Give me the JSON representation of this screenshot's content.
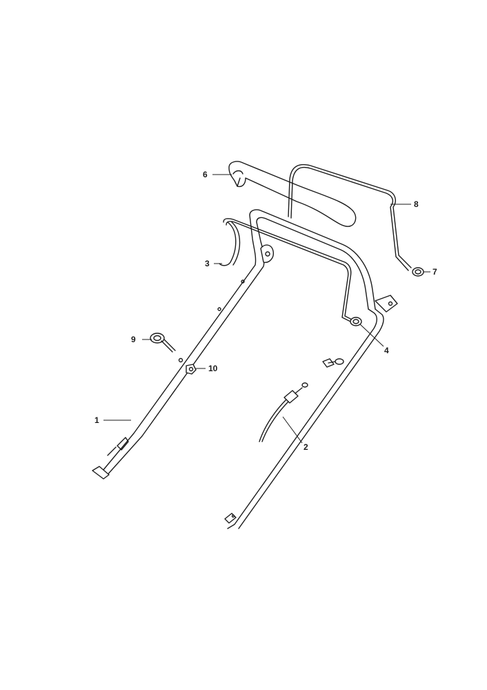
{
  "callouts": {
    "c1": "1",
    "c2": "2",
    "c3": "3",
    "c4": "4",
    "c6": "6",
    "c7": "7",
    "c8": "8",
    "c9": "9",
    "c10": "10"
  },
  "colors": {
    "line": "#1a1a1a",
    "background": "#ffffff"
  }
}
